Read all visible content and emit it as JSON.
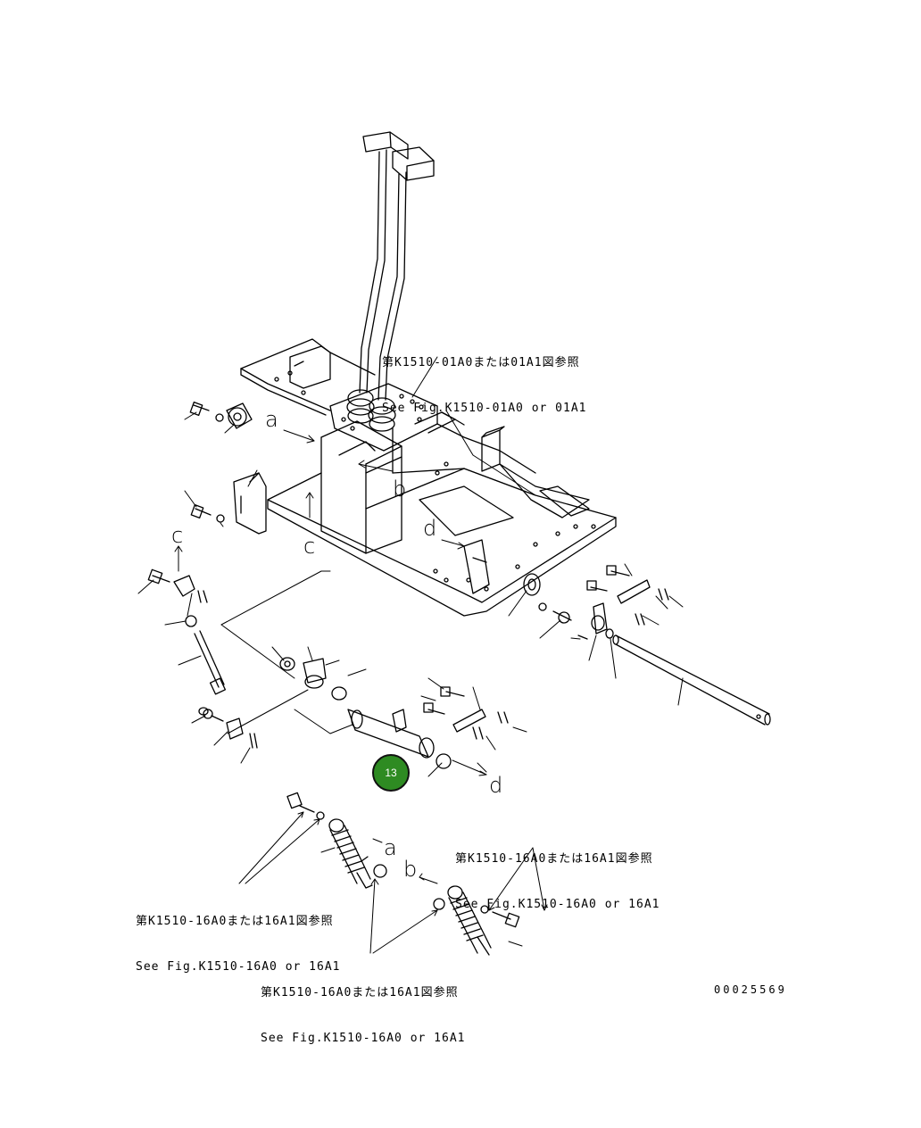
{
  "refs": {
    "top": {
      "jp": "第K1510-01A0または01A1図参照",
      "en": "See Fig.K1510-01A0 or 01A1"
    },
    "right": {
      "jp": "第K1510-16A0または16A1図参照",
      "en": "See Fig.K1510-16A0 or 16A1"
    },
    "left": {
      "jp": "第K1510-16A0または16A1図参照",
      "en": "See Fig.K1510-16A0 or 16A1"
    },
    "bottom": {
      "jp": "第K1510-16A0または16A1図参照",
      "en": "See Fig.K1510-16A0 or 16A1"
    }
  },
  "letters": {
    "a_top": "a",
    "b_top": "b",
    "c_mid": "c",
    "c_left": "c",
    "d_right": "d",
    "d_low": "d",
    "a_low": "a",
    "b_low": "b"
  },
  "callout": {
    "label": "13",
    "fill": "#2e8b22"
  },
  "drawing_number": "00025569"
}
